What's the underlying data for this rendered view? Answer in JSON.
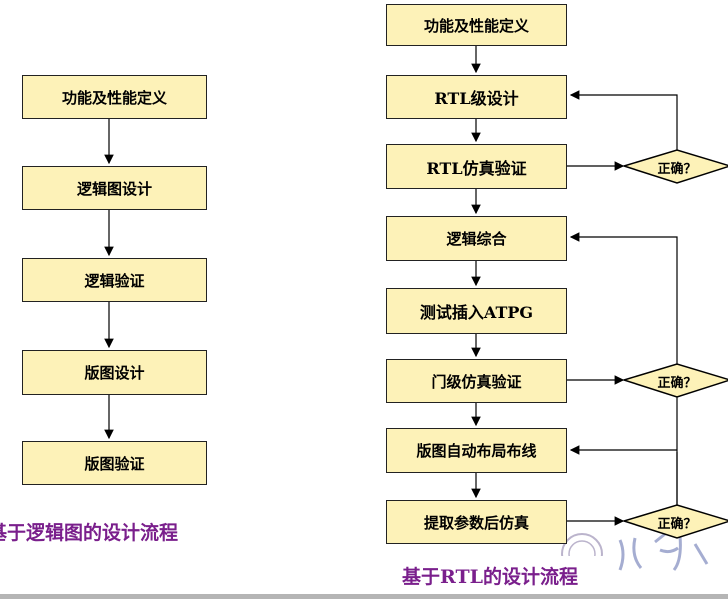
{
  "left_flow": {
    "steps": [
      "功能及性能定义",
      "逻辑图设计",
      "逻辑验证",
      "版图设计",
      "版图验证"
    ],
    "caption": "基于逻辑图的设计流程"
  },
  "right_flow": {
    "steps": [
      "功能及性能定义",
      "RTL级设计",
      "RTL仿真验证",
      "逻辑综合",
      "测试插入ATPG",
      "门级仿真验证",
      "版图自动布局布线",
      "提取参数后仿真"
    ],
    "decisions": [
      "正确？",
      "正确？",
      "正确？"
    ],
    "caption": "基于RTL的设计流程"
  },
  "colors": {
    "box_fill": "#fdf2b8",
    "caption": "#7a1f8c"
  }
}
